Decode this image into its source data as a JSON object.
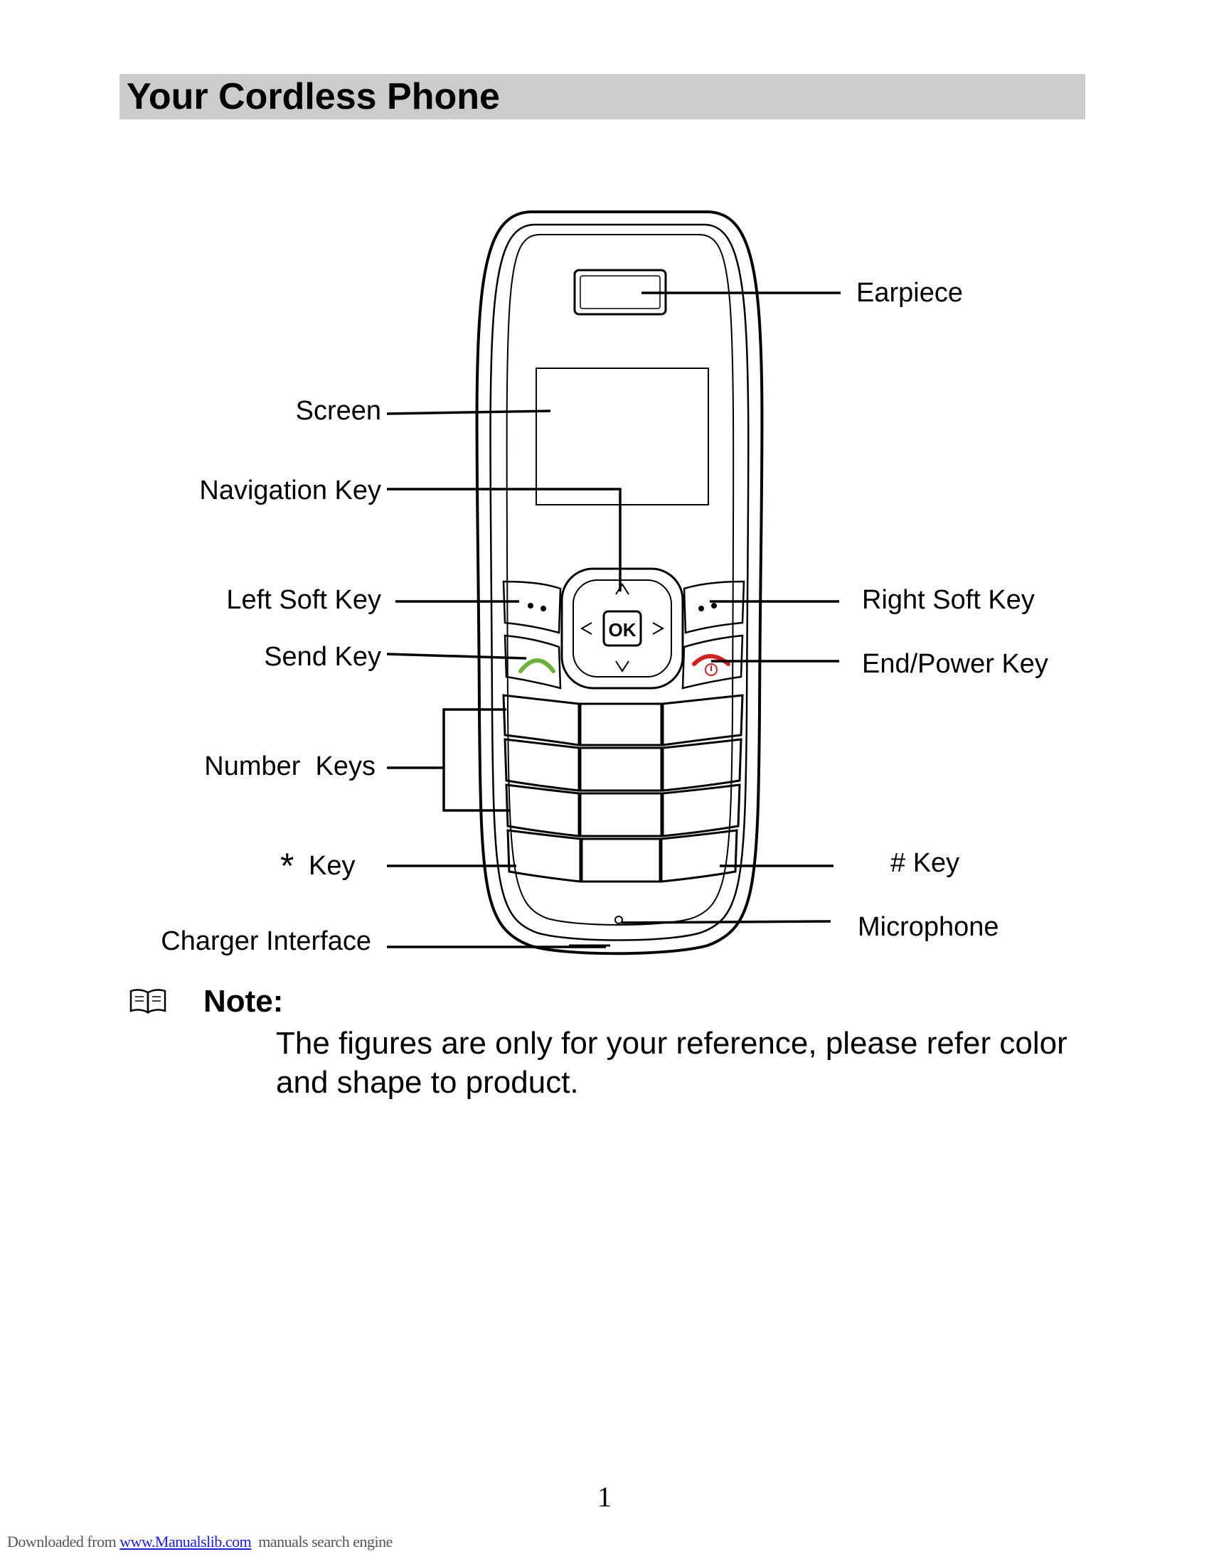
{
  "heading": "Your Cordless Phone",
  "labels": {
    "earpiece": "Earpiece",
    "screen": "Screen",
    "navigation_key": "Navigation Key",
    "left_soft_key": "Left Soft Key",
    "right_soft_key": "Right Soft Key",
    "send_key": "Send Key",
    "end_power_key": "End/Power Key",
    "number_keys": "Number  Keys",
    "star_symbol": "*",
    "star_key": "Key",
    "hash_key": "# Key",
    "microphone": "Microphone",
    "charger_interface": "Charger Interface"
  },
  "phone": {
    "ok_label": "OK"
  },
  "note": {
    "title": "Note:",
    "text": "The figures are only for your reference, please refer color and shape to product."
  },
  "page_number": "1",
  "footer": {
    "prefix": "Downloaded from ",
    "link": "www.Manualslib.com",
    "suffix": "  manuals search engine"
  },
  "colors": {
    "heading_bar": "#cccccc",
    "send_key_icon": "#6ab23c",
    "end_key_icon": "#d42020"
  }
}
